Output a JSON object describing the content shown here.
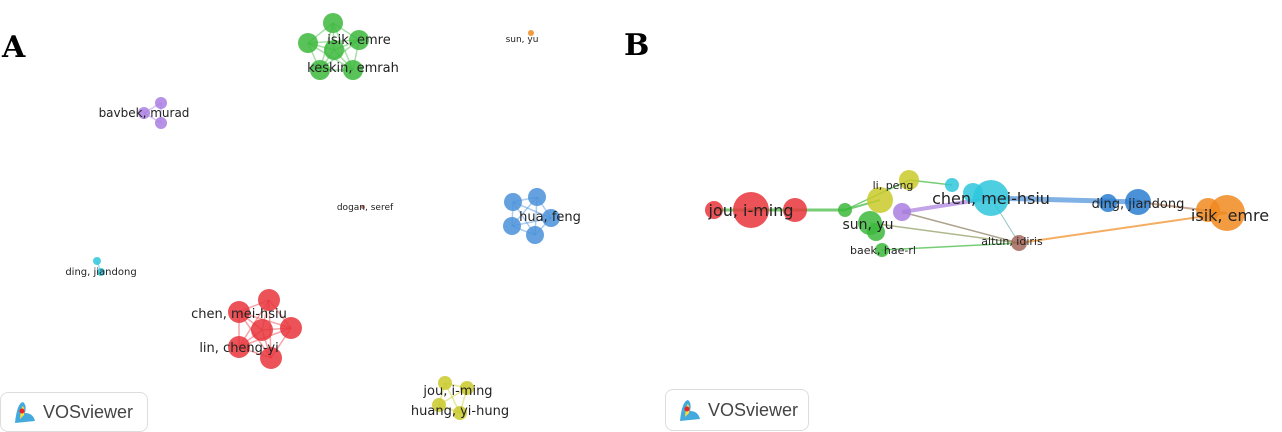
{
  "panels": {
    "a": {
      "letter": "A",
      "logo_text": "VOSviewer",
      "labels": [
        "isik, emre",
        "keskin, emrah",
        "sun, yu",
        "bavbek, murad",
        "dogan, seref",
        "hua, feng",
        "ding, jiandong",
        "chen, mei-hsiu",
        "lin, cheng-yi",
        "jou, i-ming",
        "huang, yi-hung"
      ]
    },
    "b": {
      "letter": "B",
      "logo_text": "VOSviewer",
      "labels": [
        "jou, i-ming",
        "li, peng",
        "chen, mei-hsiu",
        "ding, jiandong",
        "isik, emre",
        "sun, yu",
        "altun, idiris",
        "baek, hae-rl"
      ]
    }
  },
  "colors": {
    "red": "#e8353c",
    "green": "#3cb83c",
    "blue": "#4a90d9",
    "yellow": "#c9c92a",
    "purple": "#a97ee0",
    "cyan": "#2ec7dc",
    "orange": "#f08a1e",
    "brown": "#a5675a",
    "dark_blue": "#2a7ed0"
  }
}
